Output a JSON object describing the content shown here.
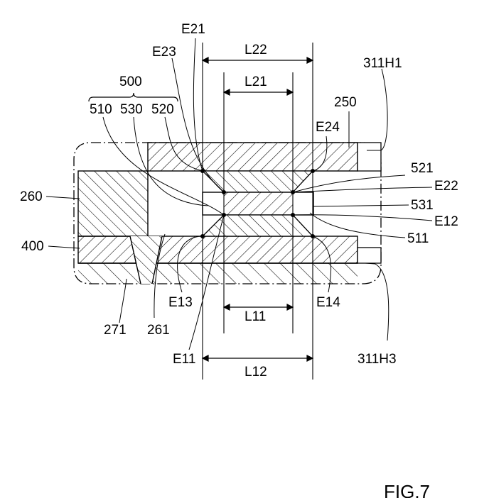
{
  "labels": {
    "E21": "E21",
    "E23": "E23",
    "L22": "L22",
    "L21": "L21",
    "ref_311H1": "311H1",
    "ref_500": "500",
    "ref_510": "510",
    "ref_530": "530",
    "ref_520": "520",
    "ref_250": "250",
    "E24": "E24",
    "ref_521": "521",
    "E22": "E22",
    "ref_260": "260",
    "ref_531": "531",
    "E12": "E12",
    "ref_511": "511",
    "ref_400": "400",
    "E13": "E13",
    "E14": "E14",
    "L11": "L11",
    "ref_271": "271",
    "ref_261": "261",
    "E11": "E11",
    "L12": "L12",
    "ref_311H3": "311H3"
  },
  "caption": "FIG.7"
}
